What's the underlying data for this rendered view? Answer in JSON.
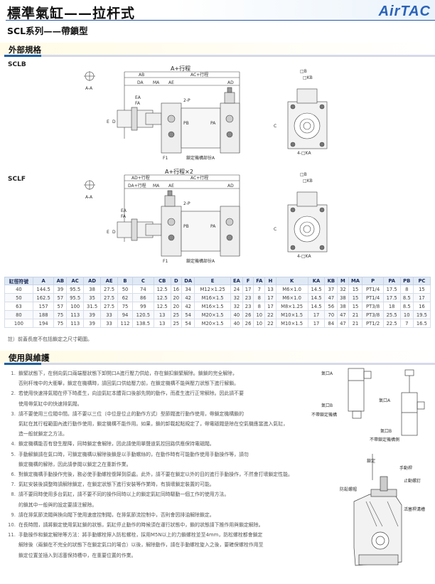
{
  "header": {
    "title": "標準氣缸——拉杆式",
    "subtitle": "SCL系列——帶鎖型",
    "logo": "AirTAC",
    "accent": "#2a63b8"
  },
  "section_dimensions": {
    "title": "外部規格"
  },
  "models": [
    {
      "name": "SCLB",
      "labels": {
        "total": "A+行程",
        "ab": "AB",
        "ac": "AC+行程",
        "da": "DA",
        "ma": "MA",
        "ae": "AE",
        "ad": "AD",
        "ea": "EA",
        "fa": "FA",
        "e": "E",
        "d": "D",
        "p": "2-P",
        "pb": "PB",
        "pa": "PA",
        "f": "F1",
        "lock": "鎖定機構部份A",
        "sec": "A-A",
        "b": "□B",
        "kb": "□KB",
        "c": "C",
        "ka": "4-□KA"
      }
    },
    {
      "name": "SCLF",
      "labels": {
        "total": "A+行程×2",
        "ab": "AD+行程",
        "ac": "AC+行程",
        "da": "DA+行程",
        "ma": "MA",
        "ae": "AE",
        "ad": "AD",
        "ea": "EA",
        "fa": "FA",
        "e": "E",
        "d": "D",
        "p": "2-P",
        "pb": "PB",
        "pa": "PA",
        "f": "F1",
        "lock": "鎖定機構部份A",
        "sec": "A-A",
        "b": "□B",
        "kb": "□KB",
        "c": "C",
        "ka": "4-□KA"
      }
    }
  ],
  "table": {
    "headers": [
      "缸徑符號",
      "A",
      "AB",
      "AC",
      "AD",
      "AE",
      "B",
      "C",
      "CB",
      "D",
      "DA",
      "E",
      "EA",
      "F",
      "FA",
      "H",
      "K",
      "KA",
      "KB",
      "M",
      "MA",
      "P",
      "PA",
      "PB",
      "PC"
    ],
    "rows": [
      [
        "40",
        "144.5",
        "39",
        "95.5",
        "38",
        "27.5",
        "50",
        "74",
        "12.5",
        "16",
        "34",
        "M12×1.25",
        "24",
        "17",
        "7",
        "13",
        "M6×1.0",
        "14.5",
        "37",
        "32",
        "15",
        "PT1/4",
        "17.5",
        "8",
        "15"
      ],
      [
        "50",
        "162.5",
        "57",
        "95.5",
        "35",
        "27.5",
        "62",
        "86",
        "12.5",
        "20",
        "42",
        "M16×1.5",
        "32",
        "23",
        "8",
        "17",
        "M6×1.0",
        "14.5",
        "47",
        "38",
        "15",
        "PT1/4",
        "17.5",
        "8.5",
        "17"
      ],
      [
        "63",
        "157",
        "57",
        "100",
        "31.5",
        "27.5",
        "75",
        "99",
        "12.5",
        "20",
        "42",
        "M16×1.5",
        "32",
        "23",
        "8",
        "17",
        "M8×1.25",
        "14.5",
        "56",
        "38",
        "15",
        "PT3/8",
        "18",
        "8.5",
        "16"
      ],
      [
        "80",
        "188",
        "75",
        "113",
        "39",
        "33",
        "94",
        "120.5",
        "13",
        "25",
        "54",
        "M20×1.5",
        "40",
        "26",
        "10",
        "22",
        "M10×1.5",
        "17",
        "70",
        "47",
        "21",
        "PT3/8",
        "25.5",
        "10",
        "19.5"
      ],
      [
        "100",
        "194",
        "75",
        "113",
        "39",
        "33",
        "112",
        "138.5",
        "13",
        "25",
        "54",
        "M20×1.5",
        "40",
        "26",
        "10",
        "22",
        "M10×1.5",
        "17",
        "84",
        "47",
        "21",
        "PT1/2",
        "22.5",
        "7",
        "16.5"
      ]
    ],
    "note": "註）前蓋長度不包括鎖定之尺寸範圍。"
  },
  "section_usage": {
    "title": "使用與維護"
  },
  "notes": [
    {
      "n": "1.",
      "t": "鎖緊狀態下，在側向氣口兩端壓狀態下卸開口A進行壓力供給，存在鎖扣鎖緊解除。鎖鎖的完全解除，\n否則杆塊中的大衝擊，鎖定在機構時，請回氣口供給壓力前，在鎖定機構不能與壓力狀態下進行解鎖。"
    },
    {
      "n": "2.",
      "t": "若使用快速排氣閥在停下時產生，向迫氣缸本體背口後部先開的動作，而產生進行正常解除。因此請不要\n使用帶氣缸中的快速排氣閥。"
    },
    {
      "n": "3.",
      "t": "請不要使用三位閥中間。請不要以三位（中位是位止的動作方式）型節閥進行動作使用，帶鎖定機構鎖的\n氣缸在其行程範圍內進行動作使用，鎖定機構不能作用。如果，鎖的卸載起點規定了，帶電磁閥是除在空氣機應當進入氣缸，\n造一般就鎖定之方法。"
    },
    {
      "n": "4.",
      "t": "鎖定機構能否有發生壓降，同時鎖定會解除，因此請使用單聲道氣控回路供應保持電磁閥。"
    },
    {
      "n": "5.",
      "t": "手動解鎖請在氣口時，可鎖定機構以解除後鎖是以手動螺絲的，在動作時有可能動作使用手動操作等，請勿\n鎖定機構的解除，因此請參閱以鎖定之在重新作業。"
    },
    {
      "n": "6.",
      "t": "對鎖定機構手動操作完後，務必使手動螺栓復歸到原處。此外，請不要在鎖定以外的目的進行手動操作，不然會打壞鎖定性能。"
    },
    {
      "n": "7.",
      "t": "氣缸安裝後調整時請解除鎖定，在鎖定狀態下進行安裝等作業時，有損壞鎖定裝置的可能。"
    },
    {
      "n": "8.",
      "t": "請不要同時使用多台氣缸，請不要不同的操作同時以上的鎖定氣缸同時驅動一個工作的使用方法。\n的鎖其中一般與的設定要請注解除。"
    },
    {
      "n": "9.",
      "t": "請在排氣節流閥與換向閥下使用速度控制閥，在排氣節流控制中，否則會因排油解除鎖定。"
    },
    {
      "n": "10.",
      "t": "在長時間，請將鎖定使用氣缸鎖的狀態，氣缸停止動作的時候須在運行狀態中，鎖的狀態請下推作用與鎖定解除。"
    },
    {
      "n": "11.",
      "t": "手動操作和鎖定解除等方法：將手動螺栓擰入防松螺栓，採用M5N以上的力鎖螺栓並至4mm，防松螺栓都會鎖定\n解除後（兩鎖在不完全的狀態下在鎖定氣口的場合）以後，解除動作，請在手動螺栓旋入之後，要確保螺栓作用至\n鎖定位置並插入到活塞保持槽中，在重要位置的作業。"
    }
  ],
  "side_diagrams": {
    "port_a": "氣口A",
    "port_b": "氣口B",
    "no_lock": "不帶鎖定機構",
    "no_lock_side": "不帶鎖定機構側",
    "lock": "鎖定",
    "manual_rod": "手動桿",
    "stop_screw": "止動螺釘",
    "lock_nut": "防鬆螺帽",
    "rod_groove": "活塞桿溝槽"
  }
}
